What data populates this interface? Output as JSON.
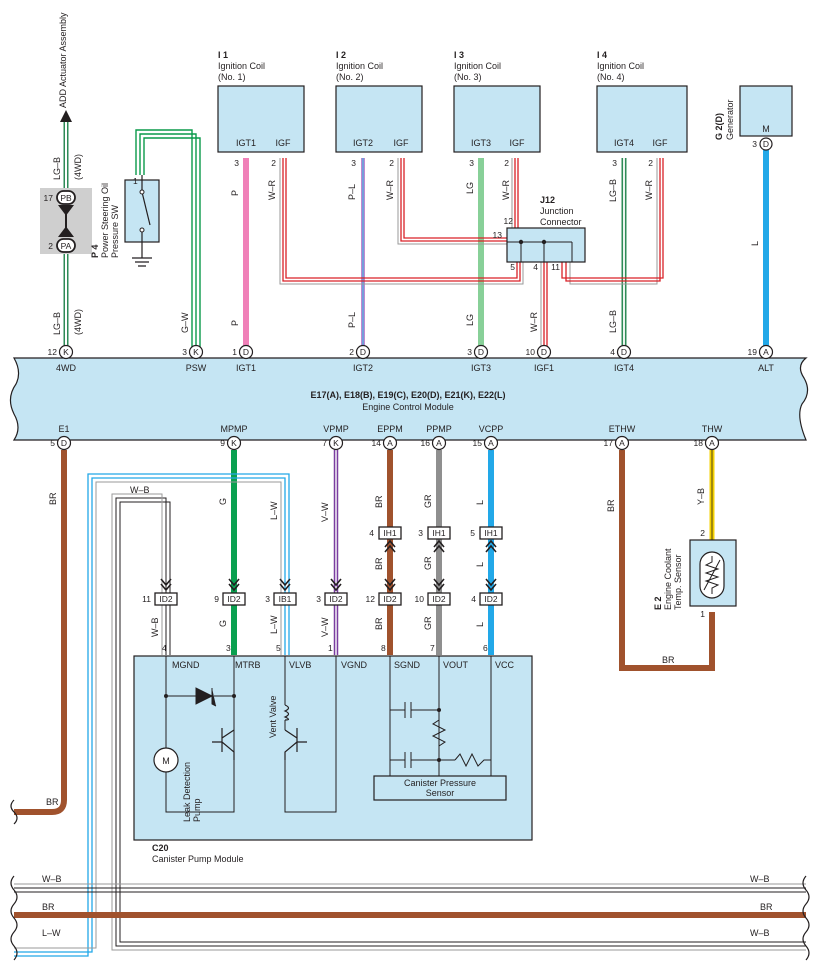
{
  "components": {
    "i1": {
      "id": "I 1",
      "name_line1": "Ignition Coil",
      "name_line2": "(No. 1)",
      "pin_a": "IGT1",
      "pin_b": "IGF"
    },
    "i2": {
      "id": "I 2",
      "name_line1": "Ignition Coil",
      "name_line2": "(No. 2)",
      "pin_a": "IGT2",
      "pin_b": "IGF"
    },
    "i3": {
      "id": "I 3",
      "name_line1": "Ignition Coil",
      "name_line2": "(No. 3)",
      "pin_a": "IGT3",
      "pin_b": "IGF"
    },
    "i4": {
      "id": "I 4",
      "name_line1": "Ignition Coil",
      "name_line2": "(No. 4)",
      "pin_a": "IGT4",
      "pin_b": "IGF"
    },
    "g2": {
      "id": "G 2(D)",
      "name": "Generator",
      "pin": "M"
    },
    "p4": {
      "id": "P 4",
      "name_line1": "Power Steering Oil",
      "name_line2": "Pressure SW"
    },
    "j12": {
      "id": "J12",
      "name_line1": "Junction",
      "name_line2": "Connector"
    },
    "e2": {
      "id": "E 2",
      "name_line1": "Engine Coolant",
      "name_line2": "Temp. Sensor"
    },
    "c20": {
      "id": "C20",
      "name": "Canister Pump Module"
    },
    "ecm": {
      "connectors": "E17(A), E18(B), E19(C), E20(D), E21(K), E22(L)",
      "name": "Engine Control Module"
    },
    "add": {
      "name": "ADD Actuator Assembly"
    }
  },
  "ecm_top_pins": [
    {
      "num": "12",
      "conn": "K",
      "label": "4WD"
    },
    {
      "num": "3",
      "conn": "K",
      "label": "PSW"
    },
    {
      "num": "1",
      "conn": "D",
      "label": "IGT1"
    },
    {
      "num": "2",
      "conn": "D",
      "label": "IGT2"
    },
    {
      "num": "3",
      "conn": "D",
      "label": "IGT3"
    },
    {
      "num": "10",
      "conn": "D",
      "label": "IGF1"
    },
    {
      "num": "4",
      "conn": "D",
      "label": "IGT4"
    },
    {
      "num": "19",
      "conn": "A",
      "label": "ALT"
    }
  ],
  "ecm_bottom_pins": [
    {
      "num": "5",
      "conn": "D",
      "label": "E1"
    },
    {
      "num": "9",
      "conn": "K",
      "label": "MPMP"
    },
    {
      "num": "7",
      "conn": "K",
      "label": "VPMP"
    },
    {
      "num": "14",
      "conn": "A",
      "label": "EPPM"
    },
    {
      "num": "16",
      "conn": "A",
      "label": "PPMP"
    },
    {
      "num": "15",
      "conn": "A",
      "label": "VCPP"
    },
    {
      "num": "17",
      "conn": "A",
      "label": "ETHW"
    },
    {
      "num": "18",
      "conn": "A",
      "label": "THW"
    }
  ],
  "wire_labels": {
    "lgb": "LG–B",
    "fourwd": "(4WD)",
    "gw": "G–W",
    "p": "P",
    "wr": "W–R",
    "pl": "P–L",
    "lg": "LG",
    "l": "L",
    "br": "BR",
    "wb": "W–B",
    "g": "G",
    "lw": "L–W",
    "vw": "V–W",
    "gr": "GR",
    "yb": "Y–B"
  },
  "connectors": {
    "pb": "PB",
    "pa": "PA",
    "id2": "ID2",
    "ib1": "IB1",
    "ih1": "IH1",
    "a": "A",
    "d": "D"
  },
  "pin_numbers": {
    "n1": "1",
    "n2": "2",
    "n3": "3",
    "n4": "4",
    "n5": "5",
    "n6": "6",
    "n7": "7",
    "n8": "8",
    "n9": "9",
    "n10": "10",
    "n11": "11",
    "n12": "12",
    "n13": "13",
    "n17": "17"
  },
  "c20_pins": {
    "mgnd": "MGND",
    "mtrb": "MTRB",
    "vlvb": "VLVB",
    "vgnd": "VGND",
    "sgnd": "SGND",
    "vout": "VOUT",
    "vcc": "VCC"
  },
  "c20_parts": {
    "motor": "M",
    "pump_line1": "Leak Detection",
    "pump_line2": "Pump",
    "valve": "Vent Valve",
    "sensor_line1": "Canister Pressure",
    "sensor_line2": "Sensor"
  },
  "colors": {
    "lgb": "#2e8b57",
    "gw": "#0a9a4a",
    "pink": "#f080b8",
    "wr": "#d92027",
    "pl_a": "#c08ad0",
    "pl_b": "#4aa8e0",
    "lg": "#88d098",
    "blue": "#22a8e8",
    "br": "#a0522d",
    "g": "#0aa050",
    "vw": "#7a3da0",
    "gr": "#8f8f8f",
    "yb": "#f4d000",
    "box": "#c5e5f3",
    "gray_block": "#cfcfcf"
  }
}
